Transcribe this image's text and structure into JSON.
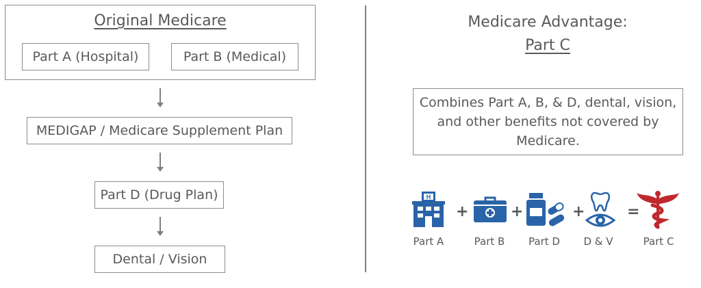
{
  "left": {
    "title": "Original Medicare",
    "part_a": "Part A (Hospital)",
    "part_b": "Part B (Medical)",
    "medigap": "MEDIGAP / Medicare Supplement Plan",
    "part_d": "Part D (Drug Plan)",
    "dental_vision": "Dental / Vision"
  },
  "right": {
    "title_line1": "Medicare Advantage:",
    "title_line2": "Part C",
    "description": "Combines Part A, B, & D, dental, vision, and other benefits not covered by Medicare.",
    "equation": {
      "operators": [
        "+",
        "+",
        "+",
        "="
      ],
      "labels": [
        "Part A",
        "Part B",
        "Part D",
        "D & V",
        "Part C"
      ],
      "icons": [
        "hospital-icon",
        "medical-bag-icon",
        "pill-bottle-icon",
        "tooth-eye-icon",
        "caduceus-icon"
      ]
    }
  },
  "colors": {
    "icon_blue": "#2a64a8",
    "icon_red": "#c0282d",
    "text_gray": "#595959",
    "border_gray": "#8c8c8c"
  }
}
